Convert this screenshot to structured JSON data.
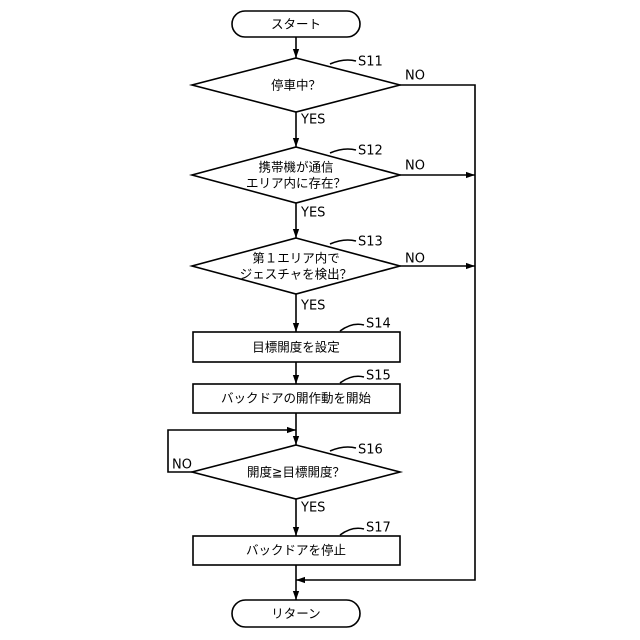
{
  "flowchart": {
    "start": "スタート",
    "end": "リターン",
    "steps": [
      {
        "id": "S11",
        "type": "decision",
        "lines": [
          "停車中？"
        ],
        "yes": "YES",
        "no": "NO"
      },
      {
        "id": "S12",
        "type": "decision",
        "lines": [
          "携帯機が通信",
          "エリア内に存在？"
        ],
        "yes": "YES",
        "no": "NO"
      },
      {
        "id": "S13",
        "type": "decision",
        "lines": [
          "第１エリア内で",
          "ジェスチャを検出？"
        ],
        "yes": "YES",
        "no": "NO"
      },
      {
        "id": "S14",
        "type": "process",
        "lines": [
          "目標開度を設定"
        ]
      },
      {
        "id": "S15",
        "type": "process",
        "lines": [
          "バックドアの開作動を開始"
        ]
      },
      {
        "id": "S16",
        "type": "decision",
        "lines": [
          "開度≧目標開度？"
        ],
        "yes": "YES",
        "no": "NO"
      },
      {
        "id": "S17",
        "type": "process",
        "lines": [
          "バックドアを停止"
        ]
      }
    ]
  }
}
